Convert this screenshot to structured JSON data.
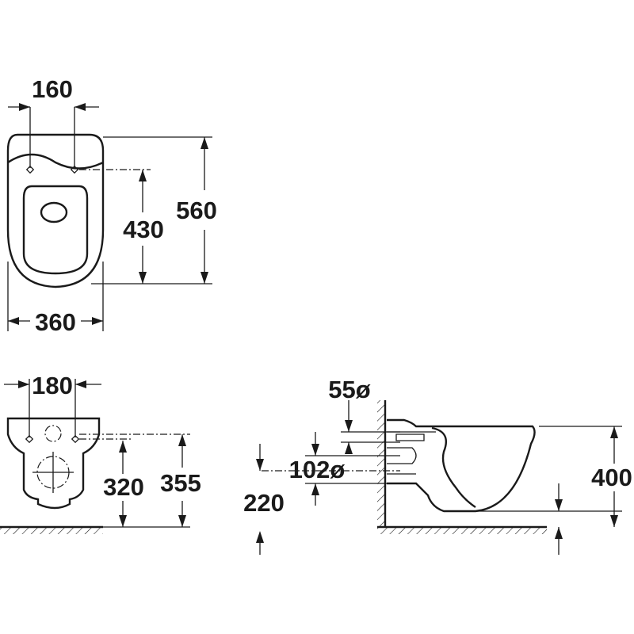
{
  "top_view": {
    "width_label": "360",
    "hole_spacing_label": "160",
    "depth_label": "560",
    "fixing_depth_label": "430"
  },
  "front_view": {
    "hole_spacing_label": "180",
    "fixing_height_label": "320",
    "rim_height_label": "355"
  },
  "side_view": {
    "inlet_diameter_label": "55ø",
    "outlet_diameter_label": "102ø",
    "outlet_height_label": "220",
    "pan_height_label": "400"
  }
}
